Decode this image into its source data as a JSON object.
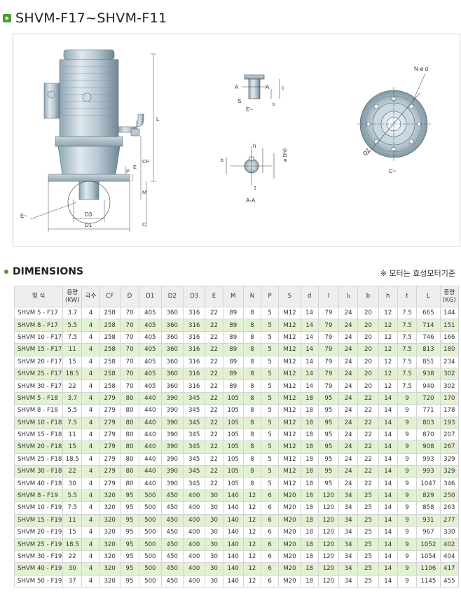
{
  "title": "SHVM-F17~SHVM-F11",
  "drawing": {
    "labels": {
      "L": "L",
      "CF": "CF",
      "E": "E",
      "P": "P",
      "M": "M",
      "C": "C",
      "D3": "D3",
      "D1": "D1",
      "E_tilde": "E~",
      "A": "A",
      "S": "S",
      "b": "b",
      "l": "l",
      "E_small": "E~",
      "h": "h",
      "b_key": "b",
      "phi_dh6": "ø Dh6",
      "t": "t",
      "AA": "A-A",
      "Nd": "N-ø d",
      "D2": "D2",
      "C_tilde": "C~"
    }
  },
  "section_title": "DIMENSIONS",
  "note": "※ 모터는 효성모터기준",
  "table": {
    "headers": [
      [
        "형  식"
      ],
      [
        "용량",
        "(KW)"
      ],
      [
        "극수"
      ],
      [
        "CF"
      ],
      [
        "D"
      ],
      [
        "D1"
      ],
      [
        "D2"
      ],
      [
        "D3"
      ],
      [
        "E"
      ],
      [
        "M"
      ],
      [
        "N"
      ],
      [
        "P"
      ],
      [
        "S"
      ],
      [
        "d"
      ],
      [
        "l"
      ],
      [
        "l₁"
      ],
      [
        "b"
      ],
      [
        "h"
      ],
      [
        "t"
      ],
      [
        "L"
      ],
      [
        "중량",
        "(KG)"
      ]
    ],
    "rows": [
      [
        "SHVM   5 - F17",
        "3.7",
        "4",
        "258",
        "70",
        "405",
        "360",
        "316",
        "22",
        "89",
        "8",
        "5",
        "M12",
        "14",
        "79",
        "24",
        "20",
        "12",
        "7.5",
        "665",
        "144"
      ],
      [
        "SHVM   8 - F17",
        "5.5",
        "4",
        "258",
        "70",
        "405",
        "360",
        "316",
        "22",
        "89",
        "8",
        "5",
        "M12",
        "14",
        "79",
        "24",
        "20",
        "12",
        "7.5",
        "714",
        "151"
      ],
      [
        "SHVM 10 - F17",
        "7.5",
        "4",
        "258",
        "70",
        "405",
        "360",
        "316",
        "22",
        "89",
        "8",
        "5",
        "M12",
        "14",
        "79",
        "24",
        "20",
        "12",
        "7.5",
        "746",
        "166"
      ],
      [
        "SHVM 15 - F17",
        "11",
        "4",
        "258",
        "70",
        "405",
        "360",
        "316",
        "22",
        "89",
        "8",
        "5",
        "M12",
        "14",
        "79",
        "24",
        "20",
        "12",
        "7.5",
        "813",
        "180"
      ],
      [
        "SHVM 20 - F17",
        "15",
        "4",
        "258",
        "70",
        "405",
        "360",
        "316",
        "22",
        "89",
        "8",
        "5",
        "M12",
        "14",
        "79",
        "24",
        "20",
        "12",
        "7.5",
        "851",
        "234"
      ],
      [
        "SHVM 25 - F17",
        "18.5",
        "4",
        "258",
        "70",
        "405",
        "360",
        "316",
        "22",
        "89",
        "8",
        "5",
        "M12",
        "14",
        "79",
        "24",
        "20",
        "12",
        "7.5",
        "938",
        "302"
      ],
      [
        "SHVM 30 - F17",
        "22",
        "4",
        "258",
        "70",
        "405",
        "360",
        "316",
        "22",
        "89",
        "8",
        "5",
        "M12",
        "14",
        "79",
        "24",
        "20",
        "12",
        "7.5",
        "940",
        "302"
      ],
      [
        "SHVM   5 - F18",
        "3.7",
        "4",
        "279",
        "80",
        "440",
        "390",
        "345",
        "22",
        "105",
        "8",
        "5",
        "M12",
        "18",
        "95",
        "24",
        "22",
        "14",
        "9",
        "720",
        "170"
      ],
      [
        "SHVM   8 - F18",
        "5.5",
        "4",
        "279",
        "80",
        "440",
        "390",
        "345",
        "22",
        "105",
        "8",
        "5",
        "M12",
        "18",
        "95",
        "24",
        "22",
        "14",
        "9",
        "771",
        "178"
      ],
      [
        "SHVM 10 - F18",
        "7.5",
        "4",
        "279",
        "80",
        "440",
        "390",
        "345",
        "22",
        "105",
        "8",
        "5",
        "M12",
        "18",
        "95",
        "24",
        "22",
        "14",
        "9",
        "803",
        "193"
      ],
      [
        "SHVM 15 - F18",
        "11",
        "4",
        "279",
        "80",
        "440",
        "390",
        "345",
        "22",
        "105",
        "8",
        "5",
        "M12",
        "18",
        "95",
        "24",
        "22",
        "14",
        "9",
        "870",
        "207"
      ],
      [
        "SHVM 20 - F18",
        "15",
        "4",
        "279",
        "80",
        "440",
        "390",
        "345",
        "22",
        "105",
        "8",
        "5",
        "M12",
        "18",
        "95",
        "24",
        "22",
        "14",
        "9",
        "908",
        "267"
      ],
      [
        "SHVM 25 - F18",
        "18.5",
        "4",
        "279",
        "80",
        "440",
        "390",
        "345",
        "22",
        "105",
        "8",
        "5",
        "M12",
        "18",
        "95",
        "24",
        "22",
        "14",
        "9",
        "993",
        "329"
      ],
      [
        "SHVM 30 - F18",
        "22",
        "4",
        "279",
        "80",
        "440",
        "390",
        "345",
        "22",
        "105",
        "8",
        "5",
        "M12",
        "18",
        "95",
        "24",
        "22",
        "14",
        "9",
        "993",
        "329"
      ],
      [
        "SHVM 40 - F18",
        "30",
        "4",
        "279",
        "80",
        "440",
        "390",
        "345",
        "22",
        "105",
        "8",
        "5",
        "M12",
        "18",
        "95",
        "24",
        "22",
        "14",
        "9",
        "1047",
        "346"
      ],
      [
        "SHVM   8 - F19",
        "5.5",
        "4",
        "320",
        "95",
        "500",
        "450",
        "400",
        "30",
        "140",
        "12",
        "6",
        "M20",
        "18",
        "120",
        "34",
        "25",
        "14",
        "9",
        "829",
        "250"
      ],
      [
        "SHVM 10 - F19",
        "7.5",
        "4",
        "320",
        "95",
        "500",
        "450",
        "400",
        "30",
        "140",
        "12",
        "6",
        "M20",
        "18",
        "120",
        "34",
        "25",
        "14",
        "9",
        "858",
        "263"
      ],
      [
        "SHVM 15 - F19",
        "11",
        "4",
        "320",
        "95",
        "500",
        "450",
        "400",
        "30",
        "140",
        "12",
        "6",
        "M20",
        "18",
        "120",
        "34",
        "25",
        "14",
        "9",
        "931",
        "277"
      ],
      [
        "SHVM 20 - F19",
        "15",
        "4",
        "320",
        "95",
        "500",
        "450",
        "400",
        "30",
        "140",
        "12",
        "6",
        "M20",
        "18",
        "120",
        "34",
        "25",
        "14",
        "9",
        "967",
        "330"
      ],
      [
        "SHVM 25 - F19",
        "18.5",
        "4",
        "320",
        "95",
        "500",
        "450",
        "400",
        "30",
        "140",
        "12",
        "6",
        "M20",
        "18",
        "120",
        "34",
        "25",
        "14",
        "9",
        "1052",
        "402"
      ],
      [
        "SHVM 30 - F19",
        "22",
        "4",
        "320",
        "95",
        "500",
        "450",
        "400",
        "30",
        "140",
        "12",
        "6",
        "M20",
        "18",
        "120",
        "34",
        "25",
        "14",
        "9",
        "1054",
        "404"
      ],
      [
        "SHVM 40 - F19",
        "30",
        "4",
        "320",
        "95",
        "500",
        "450",
        "400",
        "30",
        "140",
        "12",
        "6",
        "M20",
        "18",
        "120",
        "34",
        "25",
        "14",
        "9",
        "1106",
        "417"
      ],
      [
        "SHVM 50 - F19",
        "37",
        "4",
        "320",
        "95",
        "500",
        "450",
        "400",
        "30",
        "140",
        "12",
        "6",
        "M20",
        "18",
        "120",
        "34",
        "25",
        "14",
        "9",
        "1145",
        "455"
      ]
    ]
  }
}
